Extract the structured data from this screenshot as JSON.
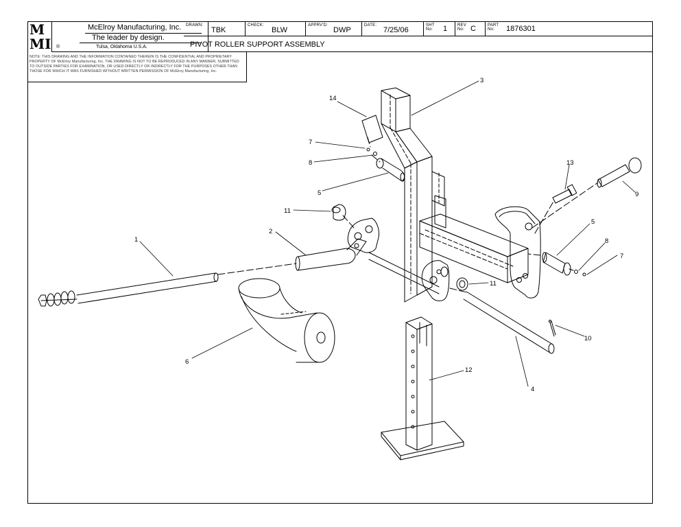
{
  "title_block": {
    "logo_top": "M",
    "logo_bottom": "MI",
    "company_name": "McElroy Manufacturing, Inc.",
    "tagline": "The leader by design.",
    "location": "Tulsa, Oklahoma U.S.A.",
    "drawn_label": "DRAWN:",
    "drawn_value": "TBK",
    "check_label": "CHECK:",
    "check_value": "BLW",
    "approved_label": "APPRV'D:",
    "approved_value": "DWP",
    "date_label": "DATE:",
    "date_value": "7/25/06",
    "sheet_label": "SHT No:",
    "sheet_value": "1",
    "rev_label": "REV No:",
    "rev_value": "C",
    "part_label": "PART No:",
    "part_value": "1876301",
    "drawing_title": "PIVOT ROLLER SUPPORT ASSEMBLY"
  },
  "note": "NOTE: THIS DRAWING AND THE INFORMATION CONTAINED THEREIN IS THE CONFIDENTIAL AND PROPRIETARY PROPERTY OF McElroy Manufacturing, Inc. THE DRAWING IS NOT TO BE REPRODUCED IN ANY MANNER, SUBMITTED TO OUTSIDE PARTIES FOR EXAMINATION, OR USED DIRECTLY OR INDIRECTLY FOR THE PURPOSES OTHER THAN THOSE FOR WHICH IT WAS FURNISHED WITHOUT WRITTEN PERMISSION OF McElroy Manufacturing, Inc.",
  "callouts": {
    "c1": "1",
    "c2": "2",
    "c3": "3",
    "c4": "4",
    "c5a": "5",
    "c5b": "5",
    "c6": "6",
    "c7a": "7",
    "c7b": "7",
    "c8a": "8",
    "c8b": "8",
    "c9": "9",
    "c10": "10",
    "c11a": "11",
    "c11b": "11",
    "c12": "12",
    "c13": "13",
    "c14": "14"
  }
}
